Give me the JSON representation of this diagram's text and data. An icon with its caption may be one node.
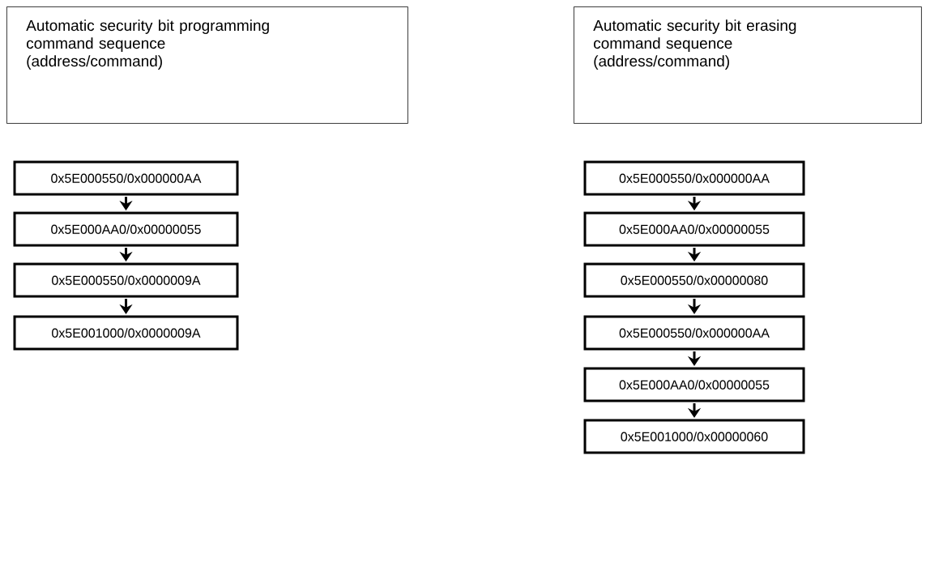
{
  "diagram": {
    "nodes": [
      {
        "text": [
          "Automatic security bit programming command sequence",
          "(address/command)"
        ]
      },
      {
        "text": [
          "Automatic security bit erasing command sequence",
          "(address/command)"
        ]
      },
      {
        "text": [
          "0x5E000550/0x000000AA"
        ]
      },
      {
        "text": [
          "0x5E000AA0/0x00000055"
        ]
      },
      {
        "text": [
          "0x5E000550/0x0000009A"
        ]
      },
      {
        "text": [
          "0x5E001000/0x0000009A"
        ]
      },
      {
        "text": [
          "0x5E000550/0x000000AA"
        ]
      },
      {
        "text": [
          "0x5E000AA0/0x00000055"
        ]
      },
      {
        "text": [
          "0x5E000550/0x00000080"
        ]
      },
      {
        "text": [
          "0x5E000550/0x000000AA"
        ]
      },
      {
        "text": [
          "0x5E000AA0/0x00000055"
        ]
      },
      {
        "text": [
          "0x5E001000/0x00000060"
        ]
      }
    ],
    "edges": [
      {
        "from": 2,
        "to": 3,
        "arrow": "to"
      },
      {
        "from": 3,
        "to": 4,
        "arrow": "to"
      },
      {
        "from": 4,
        "to": 5,
        "arrow": "to"
      },
      {
        "from": 6,
        "to": 7,
        "arrow": "to"
      },
      {
        "from": 7,
        "to": 8,
        "arrow": "to"
      },
      {
        "from": 8,
        "to": 9,
        "arrow": "to"
      },
      {
        "from": 9,
        "to": 10,
        "arrow": "to"
      },
      {
        "from": 10,
        "to": 11,
        "arrow": "to"
      }
    ]
  }
}
